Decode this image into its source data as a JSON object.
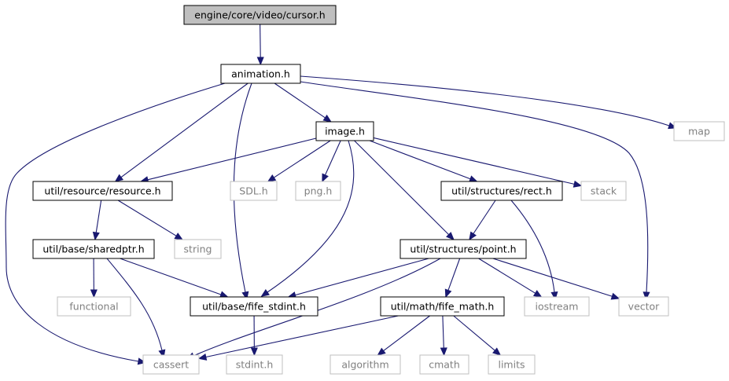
{
  "diagram": {
    "type": "include-dependency-graph",
    "nodes": [
      {
        "id": "cursor",
        "label": "engine/core/video/cursor.h",
        "kind": "focus"
      },
      {
        "id": "animation",
        "label": "animation.h",
        "kind": "internal"
      },
      {
        "id": "map",
        "label": "map",
        "kind": "external"
      },
      {
        "id": "image",
        "label": "image.h",
        "kind": "internal"
      },
      {
        "id": "resource",
        "label": "util/resource/resource.h",
        "kind": "internal"
      },
      {
        "id": "sdl",
        "label": "SDL.h",
        "kind": "external"
      },
      {
        "id": "png",
        "label": "png.h",
        "kind": "external"
      },
      {
        "id": "rect",
        "label": "util/structures/rect.h",
        "kind": "internal"
      },
      {
        "id": "stack",
        "label": "stack",
        "kind": "external"
      },
      {
        "id": "sharedptr",
        "label": "util/base/sharedptr.h",
        "kind": "internal"
      },
      {
        "id": "string",
        "label": "string",
        "kind": "external"
      },
      {
        "id": "point",
        "label": "util/structures/point.h",
        "kind": "internal"
      },
      {
        "id": "functional",
        "label": "functional",
        "kind": "external"
      },
      {
        "id": "stdint_fife",
        "label": "util/base/fife_stdint.h",
        "kind": "internal"
      },
      {
        "id": "fife_math",
        "label": "util/math/fife_math.h",
        "kind": "internal"
      },
      {
        "id": "iostream",
        "label": "iostream",
        "kind": "external"
      },
      {
        "id": "vector",
        "label": "vector",
        "kind": "external"
      },
      {
        "id": "cassert",
        "label": "cassert",
        "kind": "external"
      },
      {
        "id": "stdint",
        "label": "stdint.h",
        "kind": "external"
      },
      {
        "id": "algorithm",
        "label": "algorithm",
        "kind": "external"
      },
      {
        "id": "cmath",
        "label": "cmath",
        "kind": "external"
      },
      {
        "id": "limits",
        "label": "limits",
        "kind": "external"
      }
    ],
    "edges": [
      {
        "from": "cursor",
        "to": "animation"
      },
      {
        "from": "animation",
        "to": "map"
      },
      {
        "from": "animation",
        "to": "image"
      },
      {
        "from": "animation",
        "to": "resource"
      },
      {
        "from": "animation",
        "to": "vector"
      },
      {
        "from": "animation",
        "to": "cassert"
      },
      {
        "from": "animation",
        "to": "stdint_fife"
      },
      {
        "from": "image",
        "to": "resource"
      },
      {
        "from": "image",
        "to": "sdl"
      },
      {
        "from": "image",
        "to": "png"
      },
      {
        "from": "image",
        "to": "rect"
      },
      {
        "from": "image",
        "to": "stack"
      },
      {
        "from": "image",
        "to": "point"
      },
      {
        "from": "image",
        "to": "stdint_fife"
      },
      {
        "from": "resource",
        "to": "sharedptr"
      },
      {
        "from": "resource",
        "to": "string"
      },
      {
        "from": "rect",
        "to": "point"
      },
      {
        "from": "rect",
        "to": "iostream"
      },
      {
        "from": "sharedptr",
        "to": "functional"
      },
      {
        "from": "sharedptr",
        "to": "stdint_fife"
      },
      {
        "from": "sharedptr",
        "to": "cassert"
      },
      {
        "from": "point",
        "to": "stdint_fife"
      },
      {
        "from": "point",
        "to": "fife_math"
      },
      {
        "from": "point",
        "to": "iostream"
      },
      {
        "from": "point",
        "to": "vector"
      },
      {
        "from": "point",
        "to": "cassert"
      },
      {
        "from": "stdint_fife",
        "to": "stdint"
      },
      {
        "from": "fife_math",
        "to": "cassert"
      },
      {
        "from": "fife_math",
        "to": "algorithm"
      },
      {
        "from": "fife_math",
        "to": "cmath"
      },
      {
        "from": "fife_math",
        "to": "limits"
      }
    ],
    "colors": {
      "edge": "#191970",
      "focus_fill": "#bfbfbf",
      "internal_border": "#000000",
      "external_border": "#bfbfbf",
      "external_text": "#808080"
    }
  }
}
